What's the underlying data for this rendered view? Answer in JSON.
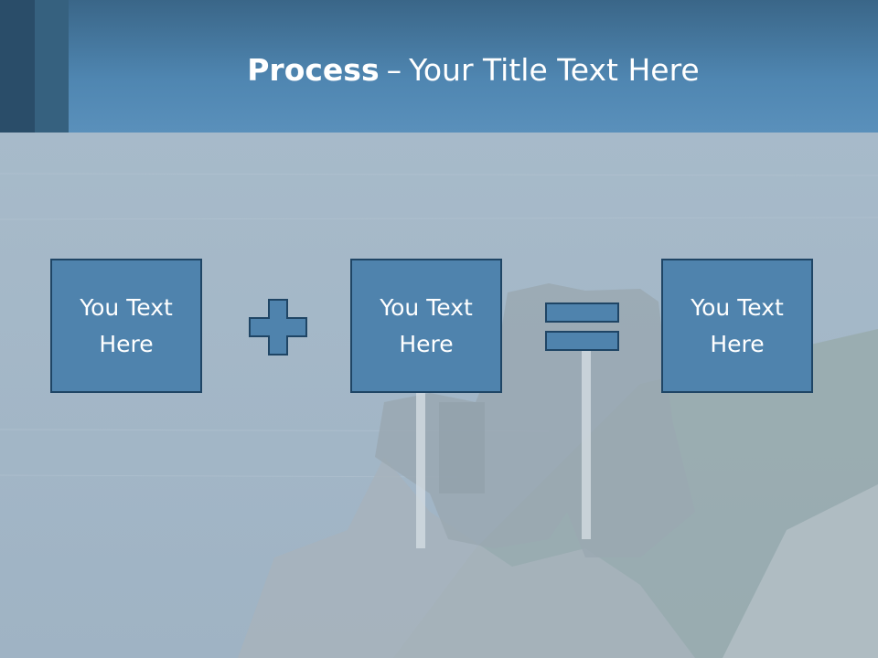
{
  "slide": {
    "title_bold": "Process",
    "title_separator": "–",
    "title_rest": "Your Title Text Here"
  },
  "process": {
    "boxes": [
      {
        "label": "You Text Here"
      },
      {
        "label": "You Text Here"
      },
      {
        "label": "You Text Here"
      }
    ],
    "operators": [
      "plus-icon",
      "equals-icon"
    ]
  },
  "colors": {
    "header": "#4f86b1",
    "box_fill": "#4f83ad",
    "box_border": "#1f4565",
    "title_text": "#ffffff"
  }
}
